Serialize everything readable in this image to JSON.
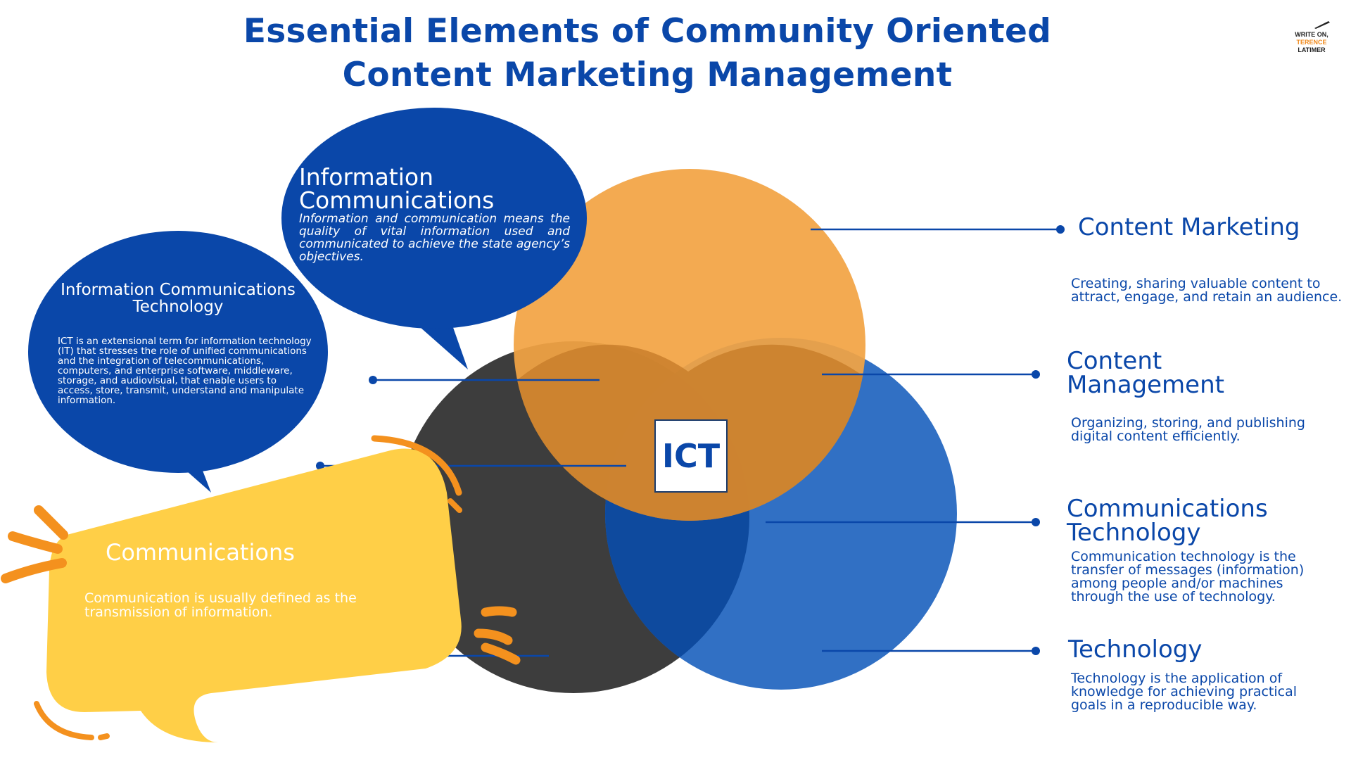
{
  "title_line1": "Essential Elements of Community Oriented",
  "title_line2": "Content Marketing Management",
  "logo": {
    "line1": "WRITE ON,",
    "line2": "TERENCE",
    "line3": "LATIMER"
  },
  "colors": {
    "title": "#0a47a9",
    "orange_circle": "#f2a444",
    "dark_circle": "#3d3d3d",
    "blue_circle": "#3170c4",
    "bubble_blue": "#0a47a9",
    "yellow_bubble": "#ffcf47",
    "accent_orange": "#f4911e"
  },
  "center_label": "ICT",
  "bubbles": {
    "info_comm": {
      "title": "Information Communications",
      "body": "Information and communication means the quality of vital information used and communicated to achieve the state agency’s objectives."
    },
    "ict": {
      "title": "Information Communications Technology",
      "body": "ICT is an extensional term for information technology (IT) that stresses the role of unified communications and the integration of telecommunications, computers, and enterprise software, middleware, storage, and audiovisual, that enable users to access, store, transmit, understand and manipulate information."
    },
    "communications": {
      "title": "Communications",
      "body": "Communication is usually defined as the transmission of information."
    }
  },
  "items": [
    {
      "title": "Content Marketing",
      "desc": "Creating, sharing valuable content to attract, engage, and retain an audience."
    },
    {
      "title": "Content Management",
      "desc": "Organizing, storing, and publishing digital content efficiently."
    },
    {
      "title": "Communications Technology",
      "desc": "Communication technology is the transfer of messages (information) among people and/or machines through the use of technology."
    },
    {
      "title": "Technology",
      "desc": "Technology is the application of knowledge for achieving practical goals in a reproducible way."
    }
  ]
}
